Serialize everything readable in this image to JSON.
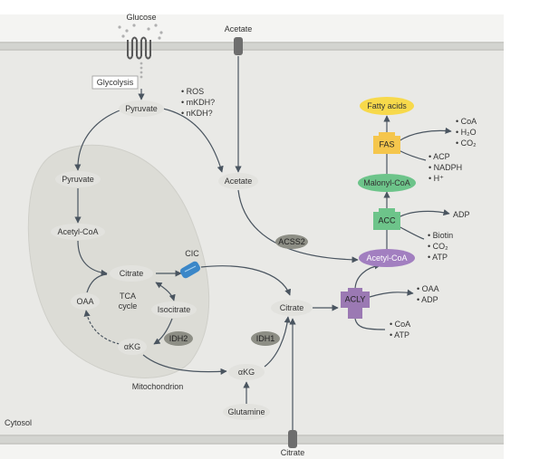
{
  "labels": {
    "glucose": "Glucose",
    "acetate_top": "Acetate",
    "glycolysis": "Glycolysis",
    "cytosol": "Cytosol",
    "mitochondrion": "Mitochondrion",
    "citrate_bottom": "Citrate",
    "tca_line1": "TCA",
    "tca_line2": "cycle",
    "cic": "CIC"
  },
  "nodes": {
    "pyruvate_cyto": "Pyruvate",
    "acetate_cyto": "Acetate",
    "pyruvate_mito": "Pyruvate",
    "acetyl_coa_mito": "Acetyl-CoA",
    "citrate_mito": "Citrate",
    "oaa_mito": "OAA",
    "isocitrate": "Isocitrate",
    "akg_mito": "αKG",
    "akg_cyto": "αKG",
    "glutamine": "Glutamine",
    "citrate_cyto": "Citrate",
    "acetyl_coa_cyto": "Acetyl-CoA",
    "malonyl_coa": "Malonyl-CoA",
    "fatty_acids": "Fatty acids"
  },
  "enzymes": {
    "idh2": "IDH2",
    "idh1": "IDH1",
    "acss2": "ACSS2",
    "acly": "ACLY",
    "acc": "ACC",
    "fas": "FAS"
  },
  "side_labels": {
    "pyruvate_regulators": [
      "• ROS",
      "• mKDH?",
      "• nKDH?"
    ],
    "fas_products": [
      "• CoA",
      "• H₂O",
      "• CO₂"
    ],
    "fas_inputs": [
      "• ACP",
      "• NADPH",
      "• H⁺"
    ],
    "acc_product": "ADP",
    "acc_inputs": [
      "• Biotin",
      "• CO₂",
      "• ATP"
    ],
    "acly_products": [
      "• OAA",
      "• ADP"
    ],
    "acly_inputs": [
      "• CoA",
      "• ATP"
    ]
  },
  "colors": {
    "background": "#eeeeec",
    "membrane": "#d8d9d6",
    "mito_fill": "#dcdcd6",
    "metabolite": "#e2e2de",
    "enzyme_grey": "#8d8e85",
    "acly_purple": "#9b79b3",
    "acetyl_coa_purple": "#a27fc0",
    "acc_green": "#6dc48a",
    "malonyl_green": "#6dc48a",
    "fas_orange": "#f5c64c",
    "fatty_acids_yellow": "#f7d94b",
    "cic_blue": "#3b87c8"
  }
}
